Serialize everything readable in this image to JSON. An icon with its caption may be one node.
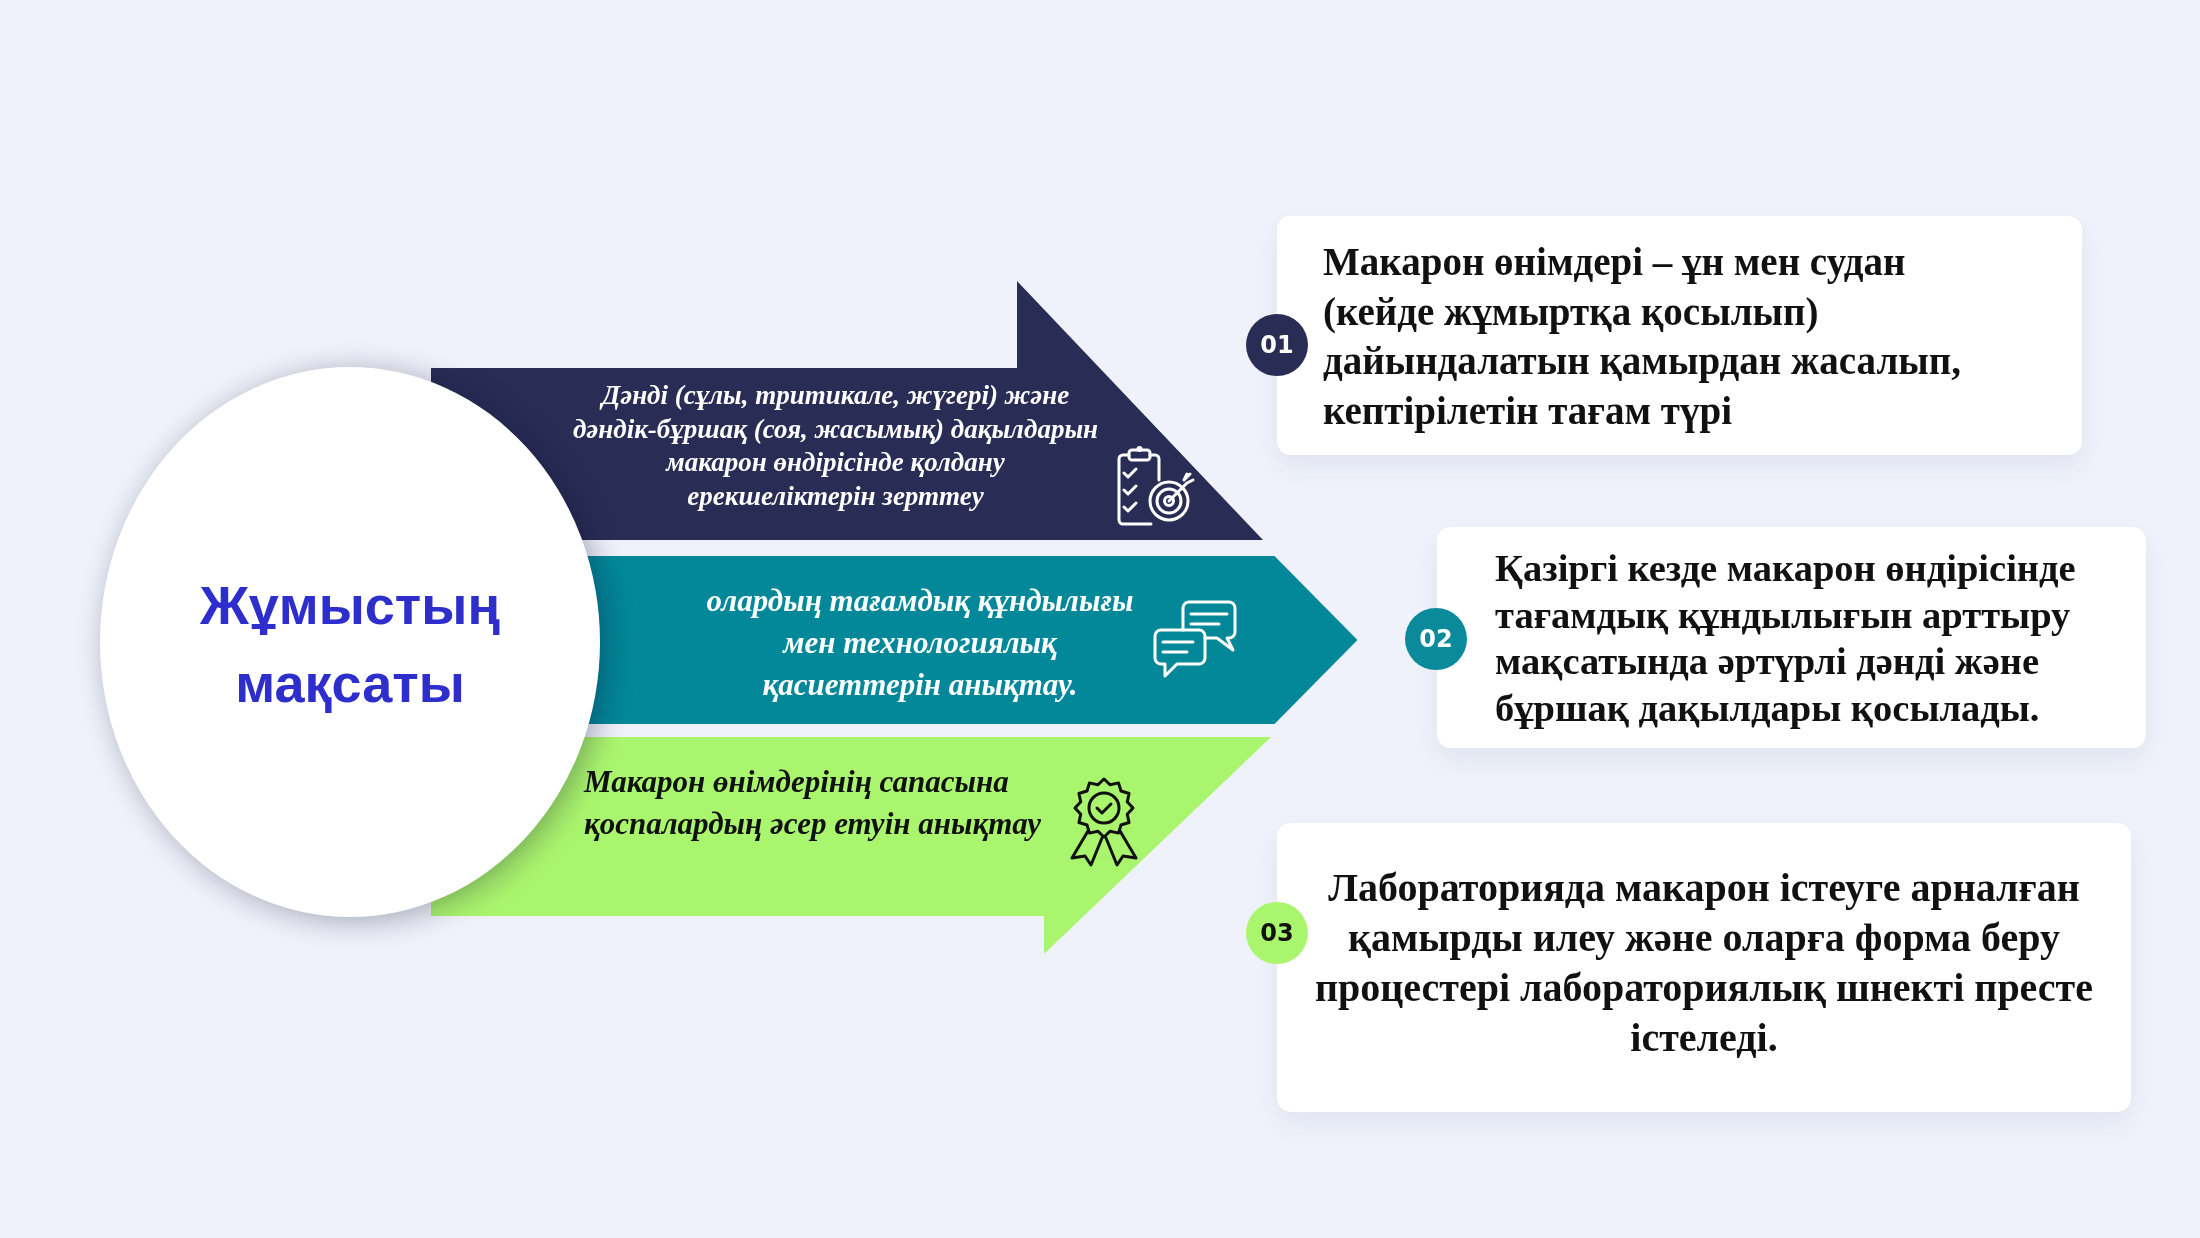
{
  "diagram": {
    "nodes": [
      {
        "text": [
          "Жұмыстың мақсаты"
        ]
      },
      {
        "text": [
          "Дәнді (сұлы, тритикале, жүгері) және дәндік-бұршақ (соя, жасымық) дақылдарын макарон өндірісінде қолдану ерекшеліктерін зерттеу"
        ]
      },
      {
        "text": [
          "олардың тағамдық құндылығы мен технологиялық қасиеттерін анықтау."
        ]
      },
      {
        "text": [
          "Макарон өнімдерінің сапасына қоспалардың әсер етуін анықтау"
        ]
      },
      {
        "text": [
          "01"
        ]
      },
      {
        "text": [
          "Макарон өнімдері – ұн мен судан (кейде жұмыртқа қосылып) дайындалатын қамырдан жасалып, кептірілетін тағам түрі"
        ]
      },
      {
        "text": [
          "02"
        ]
      },
      {
        "text": [
          "Қазіргі кезде макарон өндірісінде тағамдық құндылығын арттыру мақсатында әртүрлі дәнді және бұршақ дақылдары қосылады."
        ]
      },
      {
        "text": [
          "03"
        ]
      },
      {
        "text": [
          "Лабораторияда макарон істеуге арналған қамырды илеу және оларға форма беру процестері лабораториялық шнекті престе істеледі."
        ]
      }
    ]
  }
}
